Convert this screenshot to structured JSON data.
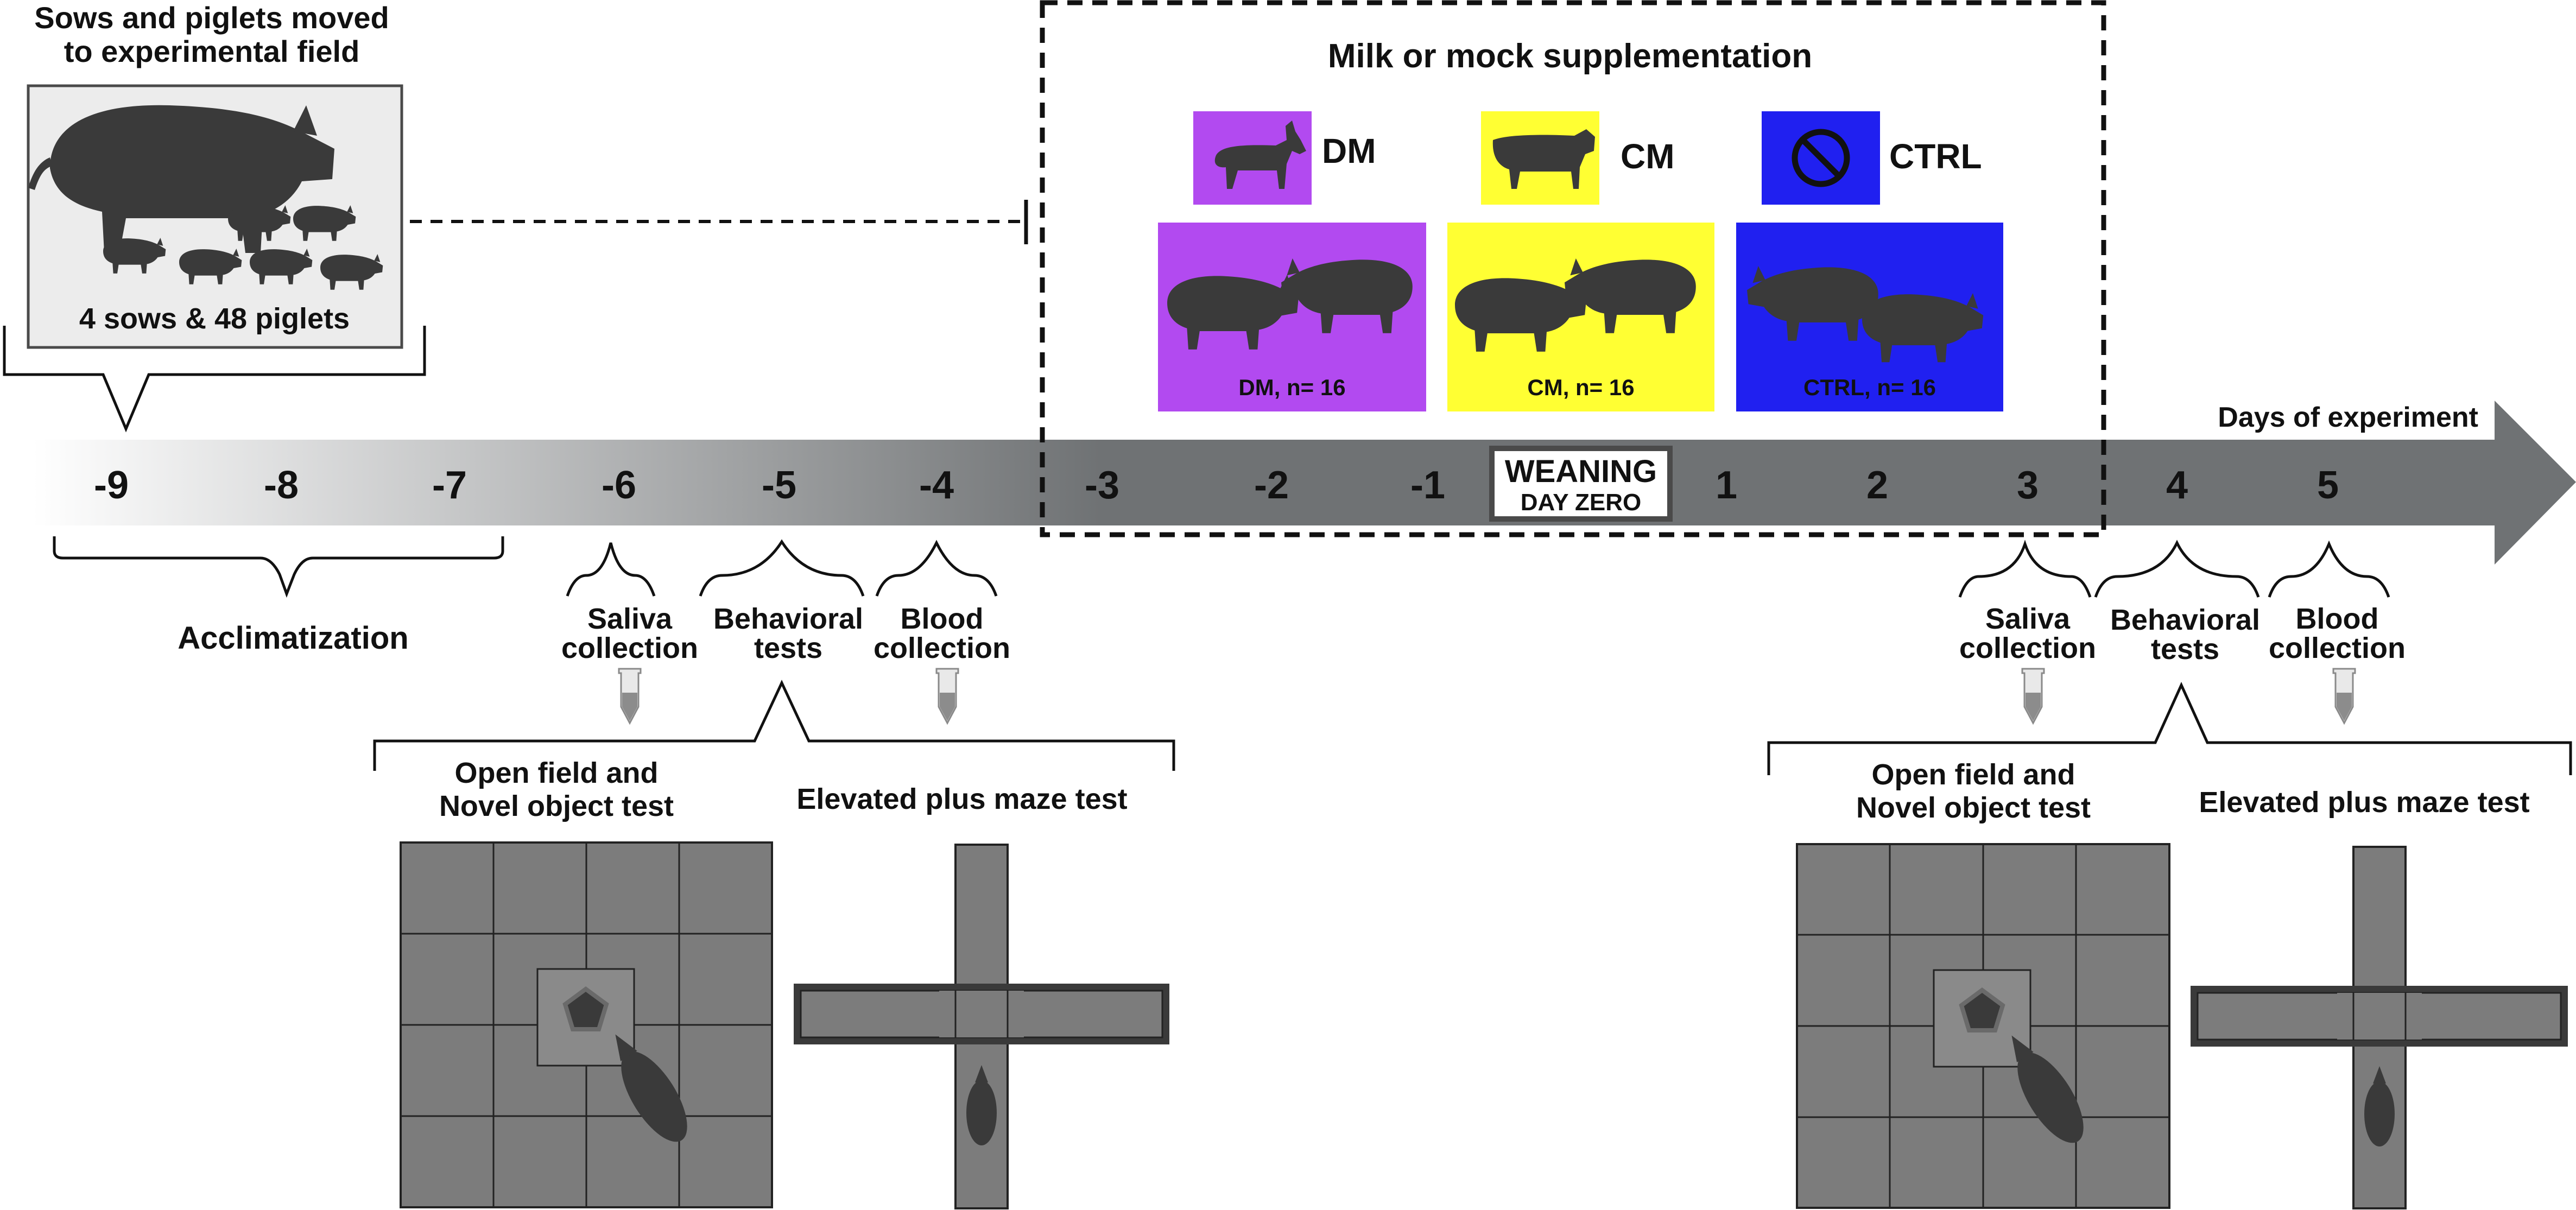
{
  "intro": {
    "heading_line1": "Sows and piglets moved",
    "heading_line2": "to experimental field",
    "caption": "4 sows & 48 piglets"
  },
  "supplementation": {
    "title": "Milk or mock supplementation",
    "groups": [
      {
        "code": "DM",
        "icon": "donkey-icon",
        "color": "#b24af0",
        "label": "DM, n= 16"
      },
      {
        "code": "CM",
        "icon": "cow-icon",
        "color": "#ffff33",
        "label": "CM, n= 16"
      },
      {
        "code": "CTRL",
        "icon": "no-symbol-icon",
        "color": "#2020f0",
        "label": "CTRL, n= 16"
      }
    ]
  },
  "timeline": {
    "axis_label": "Days of experiment",
    "days": [
      "-9",
      "-8",
      "-7",
      "-6",
      "-5",
      "-4",
      "-3",
      "-2",
      "-1",
      "1",
      "2",
      "3",
      "4",
      "5"
    ],
    "weaning_line1": "WEANING",
    "weaning_line2": "DAY ZERO"
  },
  "phases": {
    "acclimatization": "Acclimatization",
    "pre": {
      "saliva": [
        "Saliva",
        "collection"
      ],
      "behavioral": [
        "Behavioral",
        "tests"
      ],
      "blood": [
        "Blood",
        "collection"
      ],
      "open_field": [
        "Open field and",
        "Novel object test"
      ],
      "maze": "Elevated plus maze test"
    },
    "post": {
      "saliva": [
        "Saliva",
        "collection"
      ],
      "behavioral": [
        "Behavioral",
        "tests"
      ],
      "blood": [
        "Blood",
        "collection"
      ],
      "open_field": [
        "Open field and",
        "Novel object test"
      ],
      "maze": "Elevated plus maze test"
    }
  },
  "colors": {
    "arrow_dark": "#6f7274",
    "arena": "#7c7c7c",
    "silhouette": "#3a3a3a",
    "panel_bg": "#ececec"
  }
}
